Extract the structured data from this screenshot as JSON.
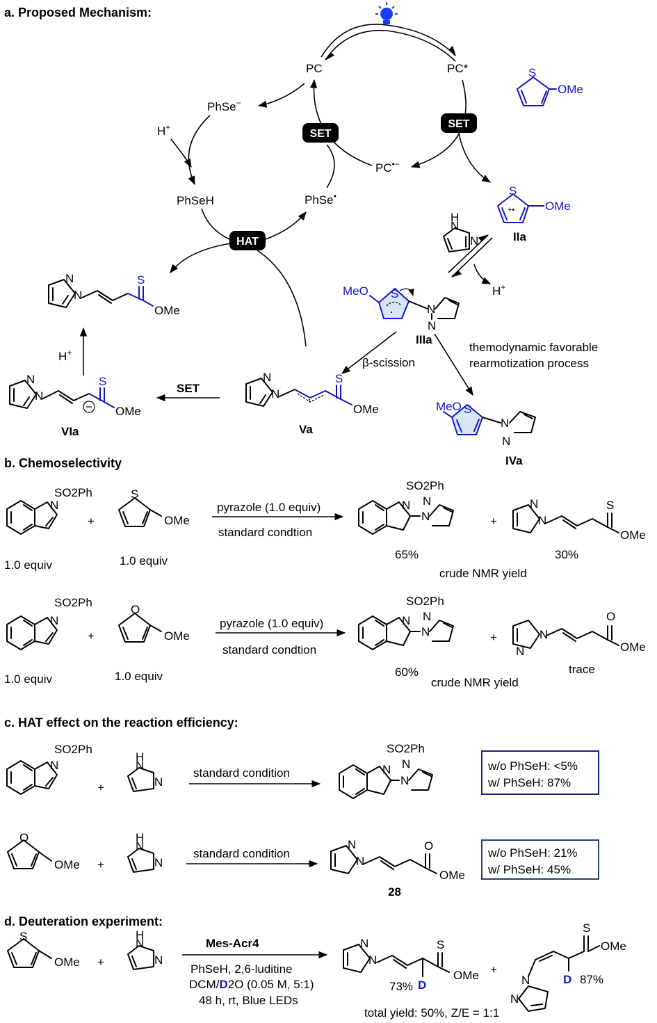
{
  "sections": {
    "a": {
      "title": "a. Proposed Mechanism:"
    },
    "b": {
      "title": "b. Chemoselectivity"
    },
    "c": {
      "title": "c. HAT effect on the reaction efficiency:"
    },
    "d": {
      "title": "d. Deuteration experiment:"
    }
  },
  "mechanism": {
    "pc": "PC",
    "pc_star": "PC*",
    "pc_radical_anion": "PC•−",
    "set_label": "SET",
    "hat_label": "HAT",
    "phse_anion": "PhSe−",
    "phse_radical": "PhSe•",
    "phseh": "PhSeH",
    "h_plus": "H+",
    "ome": "OMe",
    "meo": "MeO",
    "s_atom": "S",
    "n_atom": "N",
    "h_atom": "H",
    "radical_cation": "+•",
    "labels": {
      "IIa": "IIa",
      "IIIa": "IIIa",
      "IVa": "IVa",
      "Va": "Va",
      "VIa": "VIa"
    },
    "beta_scission": "β-scission",
    "thermo_line1": "themodynamic favorable",
    "thermo_line2": "rearmotization process"
  },
  "chemoselectivity": {
    "so2ph": "SO2Ph",
    "plus": "+",
    "equiv": "1.0 equiv",
    "reagent": "pyrazole (1.0 equiv)",
    "condition": "standard condtion",
    "row1": {
      "yield1": "65%",
      "yield2": "30%",
      "note": "crude NMR yield"
    },
    "row2": {
      "yield1": "60%",
      "note": "crude NMR yield",
      "yield2": "trace"
    },
    "o_atom": "O"
  },
  "hat_effect": {
    "condition": "standard condition",
    "box1": {
      "line1": "w/o PhSeH: <5%",
      "line2": "w/ PhSeH: 87%"
    },
    "box2": {
      "line1": "w/o PhSeH: 21%",
      "line2": "w/ PhSeH: 45%"
    },
    "compound": "28"
  },
  "deuteration": {
    "catalyst": "Mes-Acr4",
    "cond1": "PhSeH, 2,6-luditine",
    "cond2_pre": "DCM/",
    "cond2_d": "D",
    "cond2_post": "2O (0.05 M, 5:1)",
    "cond3": "48 h, rt, Blue LEDs",
    "d_label": "D",
    "yield1": "73%",
    "yield2": "87%",
    "total": "total yield: 50%, Z/E = 1:1"
  }
}
